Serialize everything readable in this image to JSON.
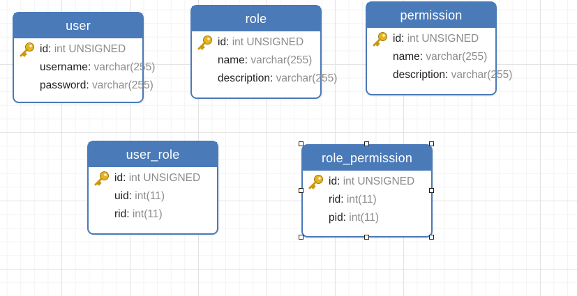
{
  "diagram": {
    "entities": [
      {
        "id": "user",
        "title": "user",
        "fields": [
          {
            "name": "id",
            "type": " int UNSIGNED",
            "primary_key": true
          },
          {
            "name": "username",
            "type": " varchar(255)",
            "primary_key": false
          },
          {
            "name": "password",
            "type": " varchar(255)",
            "primary_key": false
          }
        ]
      },
      {
        "id": "role",
        "title": "role",
        "fields": [
          {
            "name": "id",
            "type": " int UNSIGNED",
            "primary_key": true
          },
          {
            "name": "name",
            "type": " varchar(255)",
            "primary_key": false
          },
          {
            "name": "description",
            "type": " varchar(255)",
            "primary_key": false
          }
        ]
      },
      {
        "id": "permission",
        "title": "permission",
        "fields": [
          {
            "name": "id",
            "type": " int UNSIGNED",
            "primary_key": true
          },
          {
            "name": "name",
            "type": " varchar(255)",
            "primary_key": false
          },
          {
            "name": "description",
            "type": " varchar(255)",
            "primary_key": false
          }
        ]
      },
      {
        "id": "user_role",
        "title": "user_role",
        "fields": [
          {
            "name": "id",
            "type": " int UNSIGNED",
            "primary_key": true
          },
          {
            "name": "uid",
            "type": " int(11)",
            "primary_key": false
          },
          {
            "name": "rid",
            "type": " int(11)",
            "primary_key": false
          }
        ]
      },
      {
        "id": "role_permission",
        "title": "role_permission",
        "selected": true,
        "fields": [
          {
            "name": "id",
            "type": " int UNSIGNED",
            "primary_key": true
          },
          {
            "name": "rid",
            "type": " int(11)",
            "primary_key": false
          },
          {
            "name": "pid",
            "type": " int(11)",
            "primary_key": false
          }
        ]
      }
    ],
    "field_separator": ":",
    "colors": {
      "header": "#4a7ab8",
      "border": "#4a7ab8",
      "type_text": "#8c8c8c",
      "key_icon": "#e6b422"
    }
  }
}
